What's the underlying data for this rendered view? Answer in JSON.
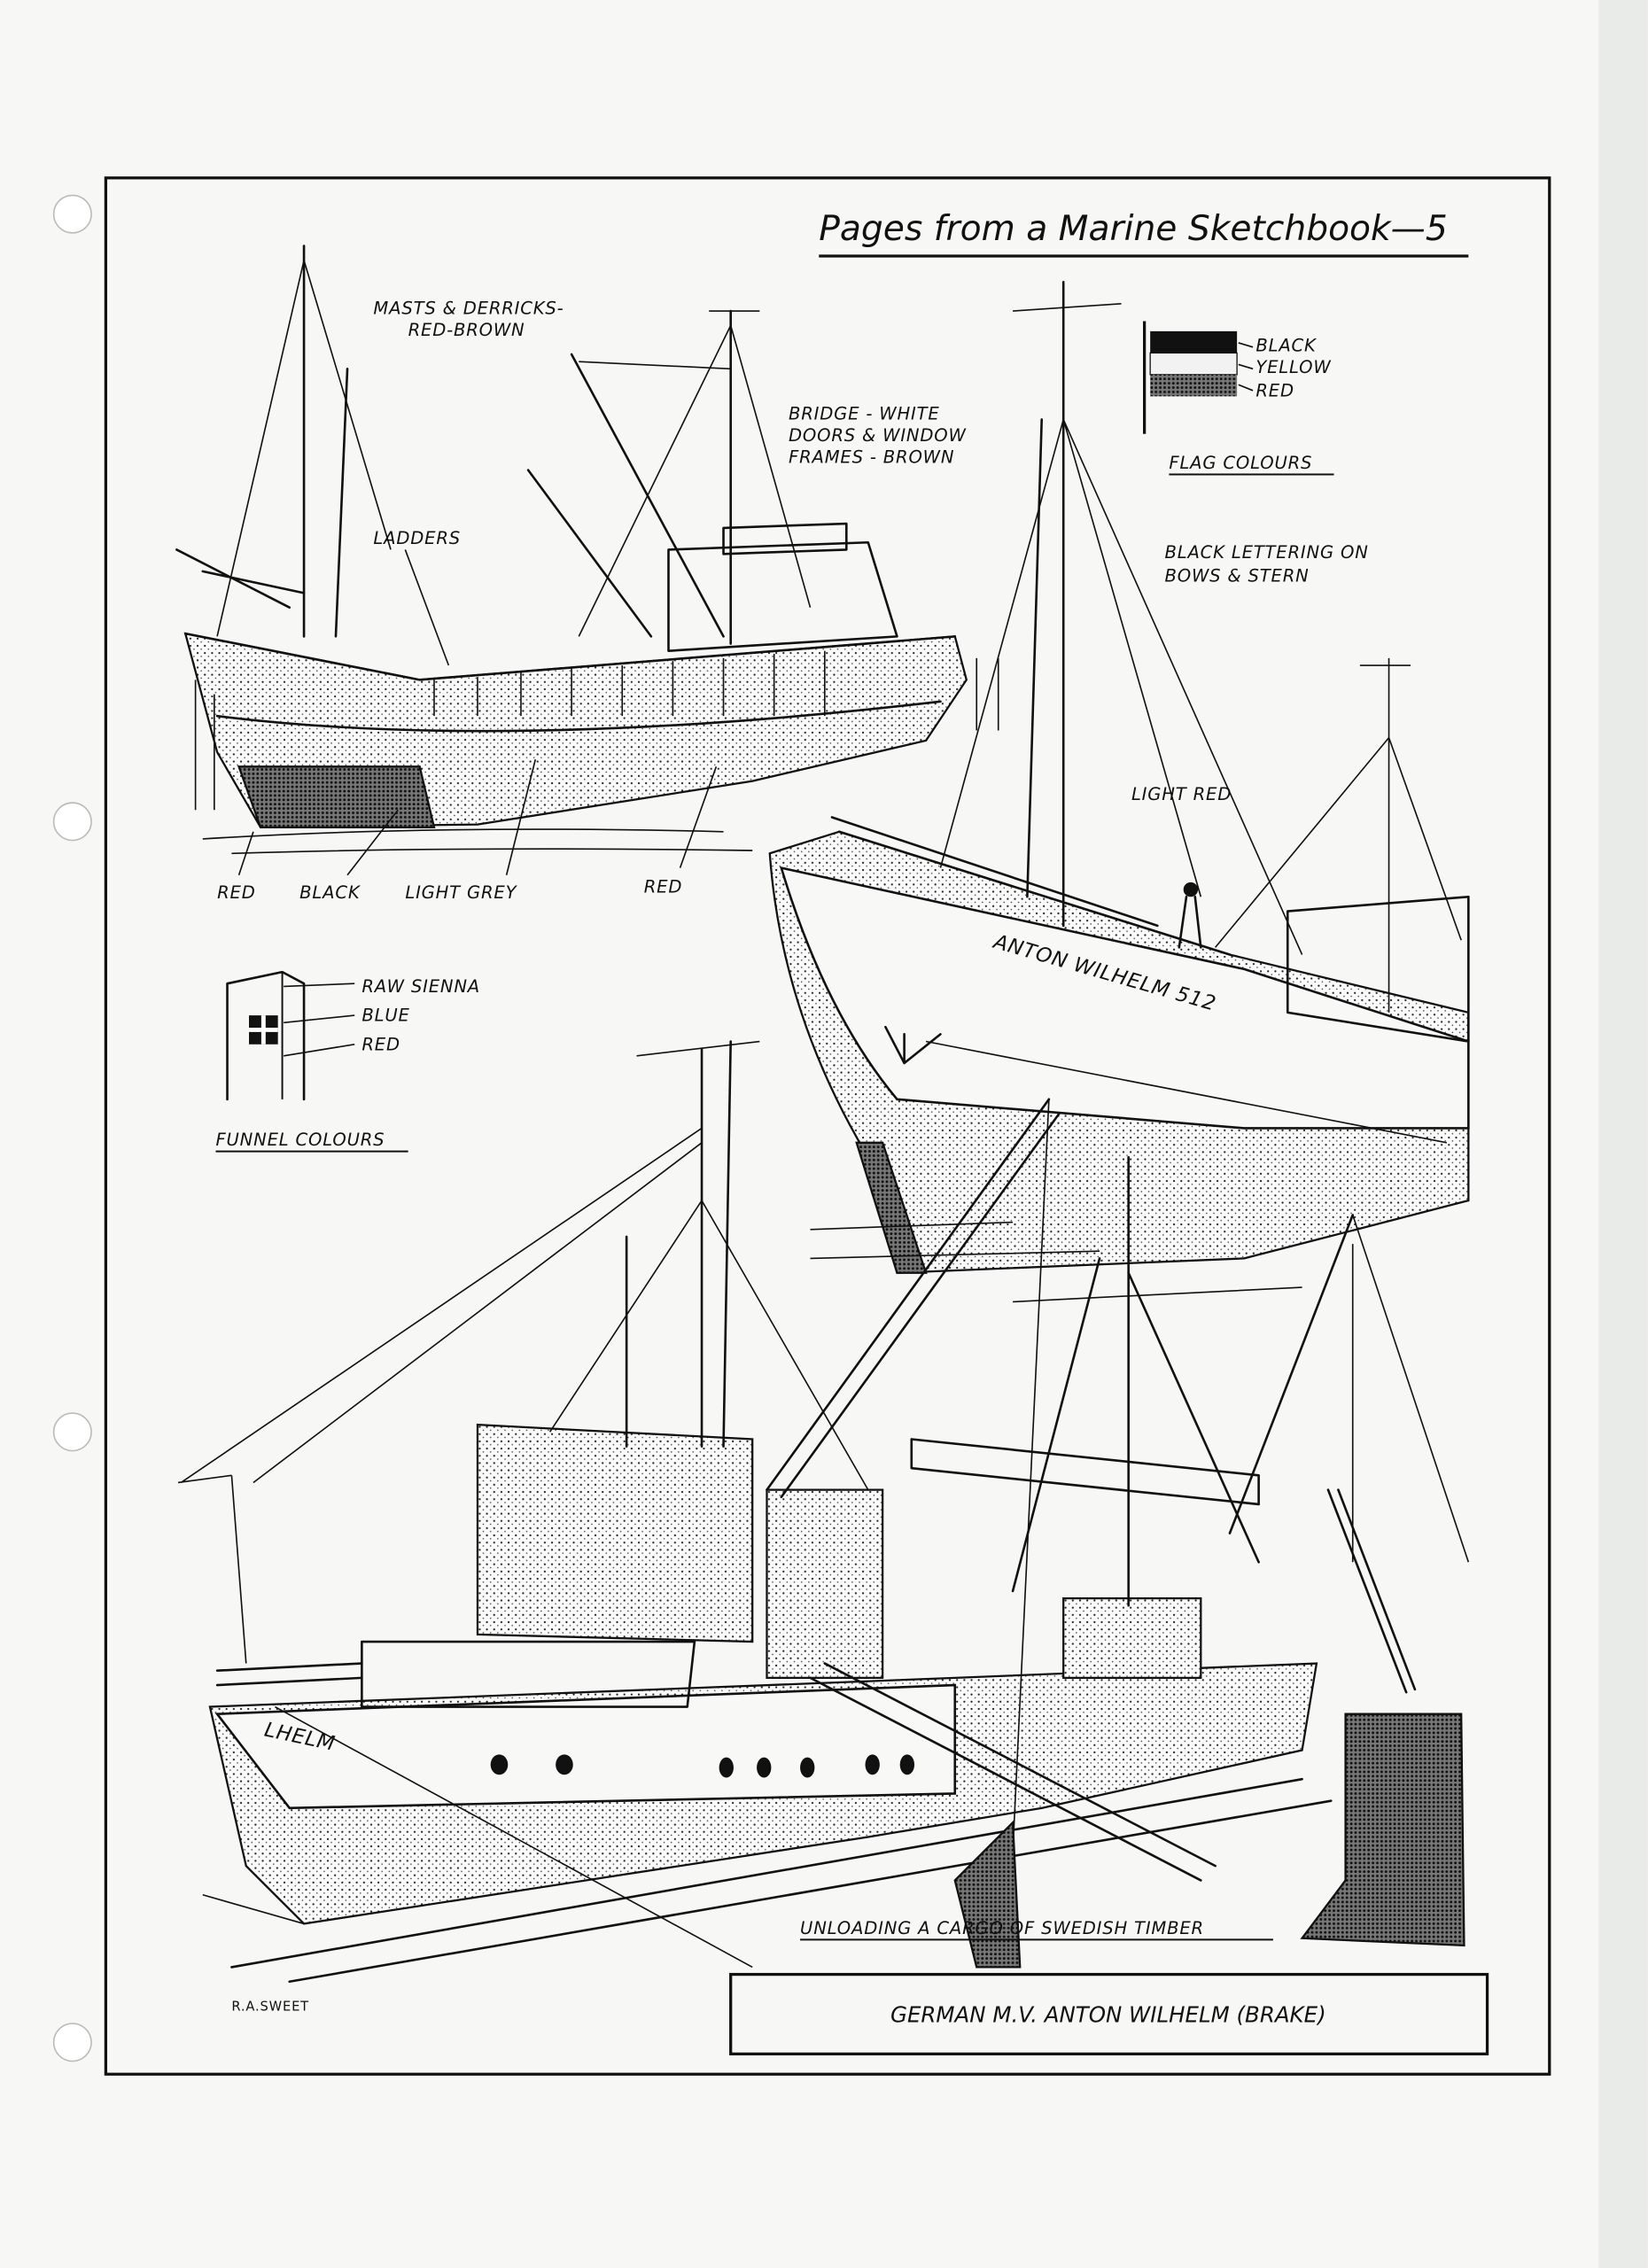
{
  "page": {
    "title": "Pages from a Marine Sketchbook—5",
    "caption": "GERMAN M.V. ANTON WILHELM (BRAKE)",
    "signature": "R.A.SWEET"
  },
  "top_ship_labels": {
    "masts_line1": "MASTS & DERRICKS-",
    "masts_line2": "RED-BROWN",
    "bridge_line1": "BRIDGE - WHITE",
    "bridge_line2": "DOORS & WINDOW",
    "bridge_line3": "FRAMES - BROWN",
    "ladders": "LADDERS",
    "hull_red": "RED",
    "hull_black": "BLACK",
    "hull_light_grey": "LIGHT GREY",
    "hull_red_2": "RED"
  },
  "flag": {
    "colours": [
      "BLACK",
      "YELLOW",
      "RED"
    ],
    "colour_hex": [
      "#111111",
      "#f2f2f2",
      "#555555"
    ],
    "heading": "FLAG COLOURS"
  },
  "lettering_note": {
    "line1": "BLACK LETTERING ON",
    "line2": "BOWS & STERN"
  },
  "bow_ship": {
    "light_red": "LIGHT RED",
    "hull_lettering": "ANTON WILHELM 512"
  },
  "funnel": {
    "colours": [
      "RAW SIENNA",
      "BLUE",
      "RED"
    ],
    "heading": "FUNNEL COLOURS"
  },
  "bottom_ship": {
    "stern_lettering": "LHELM",
    "caption": "UNLOADING A CARGO OF SWEDISH TIMBER"
  }
}
